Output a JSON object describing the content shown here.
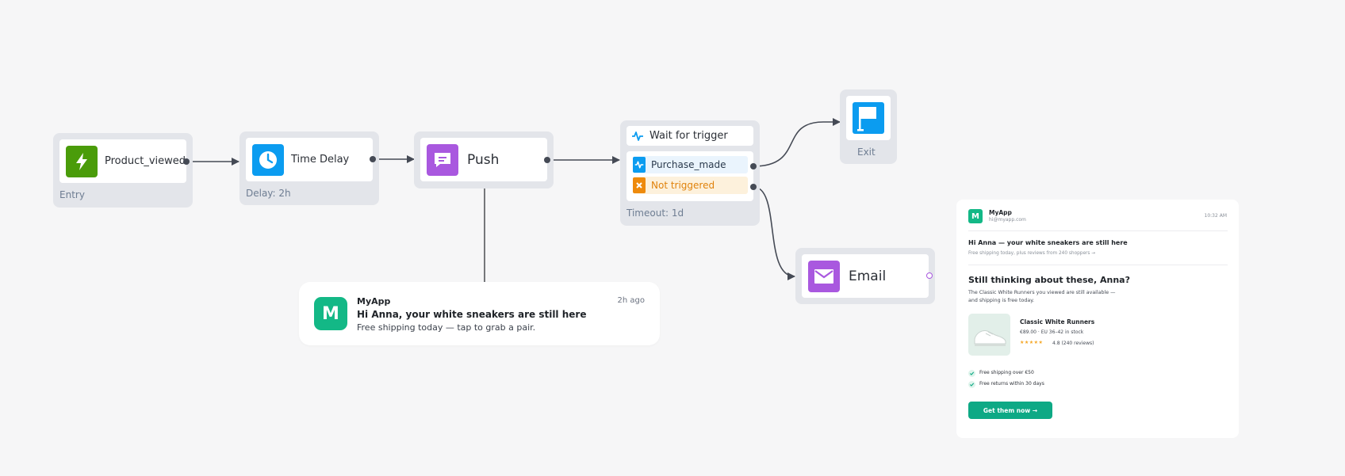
{
  "nodes": {
    "entry": {
      "label": "Product_viewed",
      "sub": "Entry",
      "color": "#4a9c0a"
    },
    "delay": {
      "label": "Time Delay",
      "sub": "Delay: 2h",
      "color": "#0b9cf0"
    },
    "push": {
      "label": "Push",
      "color": "#a958df"
    },
    "wait": {
      "label": "Wait for trigger",
      "sub": "Timeout: 1d",
      "branches": [
        {
          "label": "Purchase_made",
          "color": "#0b9cf0",
          "bg": "#eaf4fd",
          "text_color": "#2b3a4c"
        },
        {
          "label": "Not triggered",
          "color": "#ee8a0c",
          "bg": "#fdf1dc",
          "text_color": "#e0820b"
        }
      ]
    },
    "exit": {
      "label": "Exit",
      "color": "#0b9cf0"
    },
    "email": {
      "label": "Email",
      "color": "#a958df"
    }
  },
  "push_preview": {
    "app_initial": "M",
    "app_name": "MyApp",
    "time": "2h ago",
    "title": "Hi Anna, your white sneakers are still here",
    "body": "Free shipping today — tap to grab a pair."
  },
  "email_preview": {
    "sender_initial": "M",
    "sender_name": "MyApp",
    "sender_email": "hi@myapp.com",
    "time": "10:32 AM",
    "subject": "Hi Anna — your white sneakers are still here",
    "preheader": "Free shipping today, plus reviews from 240 shoppers →",
    "headline": "Still thinking about these, Anna?",
    "intro_line1": "The Classic White Runners you viewed are still available —",
    "intro_line2": "and shipping is free today.",
    "product": {
      "name": "Classic White Runners",
      "price_line": "€89.00 · EU 36–42 in stock",
      "stars": "★★★★★",
      "rating": "4.8 (240 reviews)"
    },
    "benefits": [
      "Free shipping over €50",
      "Free returns within 30 days"
    ],
    "cta": "Get them now →"
  },
  "colors": {
    "brand_green": "#13b886",
    "cta_green": "#0ea985",
    "wire": "#454a55",
    "star": "#f5a623"
  }
}
